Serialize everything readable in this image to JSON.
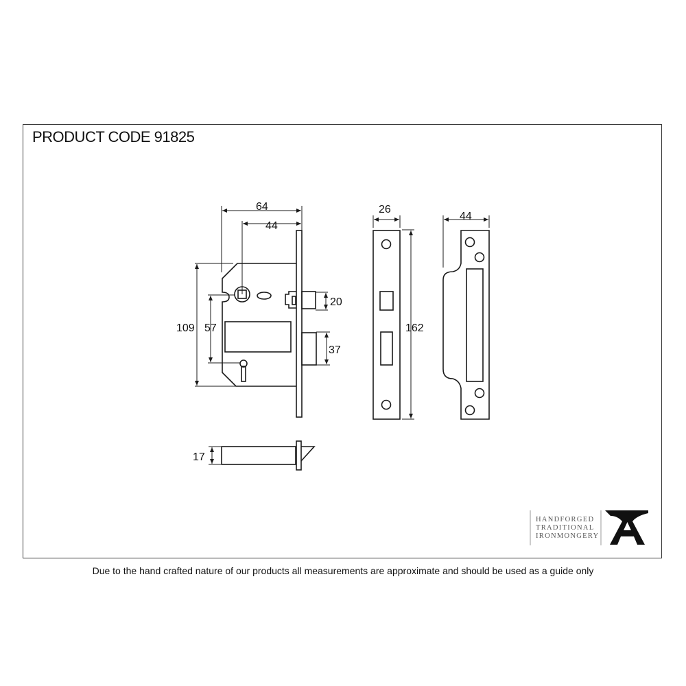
{
  "title": "PRODUCT CODE 91825",
  "disclaimer": "Due to the hand crafted nature of our products all measurements are approximate and should be used as a guide only",
  "drawing": {
    "lock_body": {
      "overall_depth": "64",
      "backset": "44",
      "case_height": "109",
      "centres": "57",
      "latch_height": "20",
      "deadbolt_height": "37"
    },
    "forend_plate": {
      "width": "26",
      "height": "162"
    },
    "strike_plate": {
      "width": "44"
    },
    "side_view": {
      "thickness": "17"
    }
  },
  "logo": {
    "line1": "HANDFORGED",
    "line2": "TRADITIONAL",
    "line3": "IRONMONGERY",
    "mark": "anvil-A"
  },
  "colors": {
    "line": "#1a1a1a",
    "frame": "#3a3a3a",
    "logo_text": "#555555"
  }
}
